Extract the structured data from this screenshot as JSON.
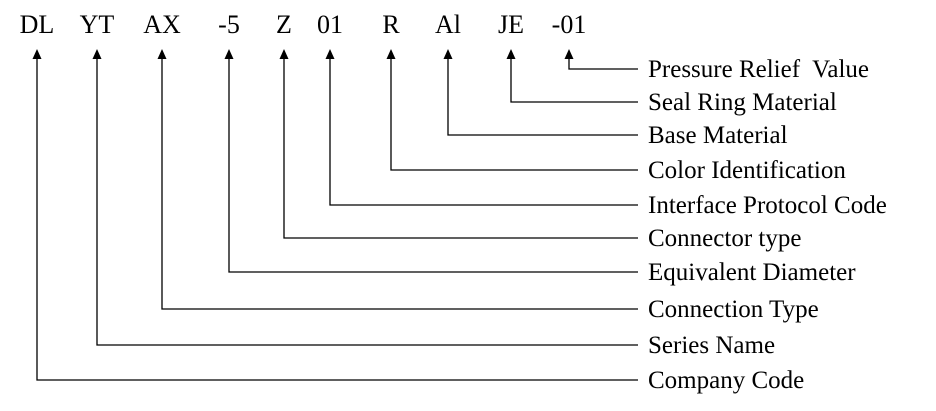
{
  "diagram": {
    "segments": [
      {
        "code": "DL",
        "label": "Company Code"
      },
      {
        "code": "YT",
        "label": "Series Name"
      },
      {
        "code": "AX",
        "label": "Connection Type"
      },
      {
        "code": "-5",
        "label": "Equivalent Diameter"
      },
      {
        "code": "Z",
        "label": "Connector type"
      },
      {
        "code": "01",
        "label": "Interface Protocol Code"
      },
      {
        "code": "R",
        "label": "Color Identification"
      },
      {
        "code": "Al",
        "label": "Base Material"
      },
      {
        "code": "JE",
        "label": "Seal Ring Material"
      },
      {
        "code": "-01",
        "label": "Pressure Relief  Value"
      }
    ]
  }
}
